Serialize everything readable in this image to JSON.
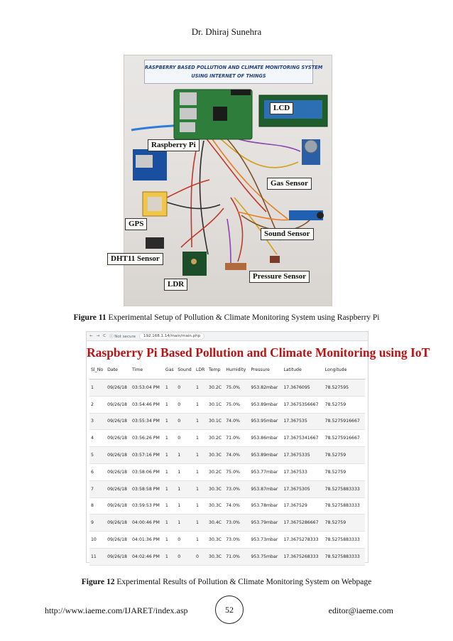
{
  "header": {
    "author": "Dr. Dhiraj Sunehra"
  },
  "figure11": {
    "banner_line1": "RASPBERRY BASED POLLUTION AND CLIMATE MONITORING SYSTEM",
    "banner_line2": "USING INTERNET OF THINGS",
    "labels": {
      "lcd": "LCD",
      "raspberry_pi": "Raspberry Pi",
      "gas_sensor": "Gas Sensor",
      "gps": "GPS",
      "sound_sensor": "Sound Sensor",
      "dht11": "DHT11 Sensor",
      "pressure": "Pressure Sensor",
      "ldr": "LDR"
    },
    "caption_label": "Figure 11",
    "caption_text": " Experimental Setup of Pollution & Climate Monitoring System using Raspberry Pi"
  },
  "figure12": {
    "browser": {
      "back": "←",
      "forward": "→",
      "reload": "C",
      "secure": "ⓘ Not secure",
      "url": "192.168.1.14/main/main.php"
    },
    "title": "Raspberry Pi Based Pollution and Climate Monitoring using IoT",
    "columns": [
      "Sl_No",
      "Date",
      "Time",
      "Gas",
      "Sound",
      "LDR",
      "Temp",
      "Humidity",
      "Pressure",
      "Latitude",
      "Longitude"
    ],
    "rows": [
      [
        "1",
        "09/26/18",
        "03:53:04 PM",
        "1",
        "0",
        "1",
        "30.2C",
        "75.0%",
        "953.82mbar",
        "17.3676095",
        "78.527595"
      ],
      [
        "2",
        "09/26/18",
        "03:54:46 PM",
        "1",
        "0",
        "1",
        "30.1C",
        "75.0%",
        "953.89mbar",
        "17.3675356667",
        "78.52759"
      ],
      [
        "3",
        "09/26/18",
        "03:55:34 PM",
        "1",
        "0",
        "1",
        "30.1C",
        "74.0%",
        "953.95mbar",
        "17.367535",
        "78.5275916667"
      ],
      [
        "4",
        "09/26/18",
        "03:56:26 PM",
        "1",
        "0",
        "1",
        "30.2C",
        "71.0%",
        "953.86mbar",
        "17.3675341667",
        "78.5275916667"
      ],
      [
        "5",
        "09/26/18",
        "03:57:16 PM",
        "1",
        "1",
        "1",
        "30.3C",
        "74.0%",
        "953.89mbar",
        "17.3675335",
        "78.52759"
      ],
      [
        "6",
        "09/26/18",
        "03:58:06 PM",
        "1",
        "1",
        "1",
        "30.2C",
        "75.0%",
        "953.77mbar",
        "17.367533",
        "78.52759"
      ],
      [
        "7",
        "09/26/18",
        "03:58:58 PM",
        "1",
        "1",
        "1",
        "30.3C",
        "73.0%",
        "953.87mbar",
        "17.3675305",
        "78.5275883333"
      ],
      [
        "8",
        "09/26/18",
        "03:59:53 PM",
        "1",
        "1",
        "1",
        "30.3C",
        "74.0%",
        "953.78mbar",
        "17.367529",
        "78.5275883333"
      ],
      [
        "9",
        "09/26/18",
        "04:00:46 PM",
        "1",
        "1",
        "1",
        "30.4C",
        "73.0%",
        "953.79mbar",
        "17.3675286667",
        "78.52759"
      ],
      [
        "10",
        "09/26/18",
        "04:01:36 PM",
        "1",
        "0",
        "1",
        "30.3C",
        "73.0%",
        "953.73mbar",
        "17.3675278333",
        "78.5275883333"
      ],
      [
        "11",
        "09/26/18",
        "04:02:46 PM",
        "1",
        "0",
        "0",
        "30.3C",
        "71.0%",
        "953.75mbar",
        "17.3675268333",
        "78.5275883333"
      ]
    ],
    "caption_label": "Figure 12",
    "caption_text": " Experimental Results of Pollution & Climate Monitoring System on Webpage"
  },
  "footer": {
    "url": "http://www.iaeme.com/IJARET/index.asp",
    "page": "52",
    "email": "editor@iaeme.com"
  }
}
